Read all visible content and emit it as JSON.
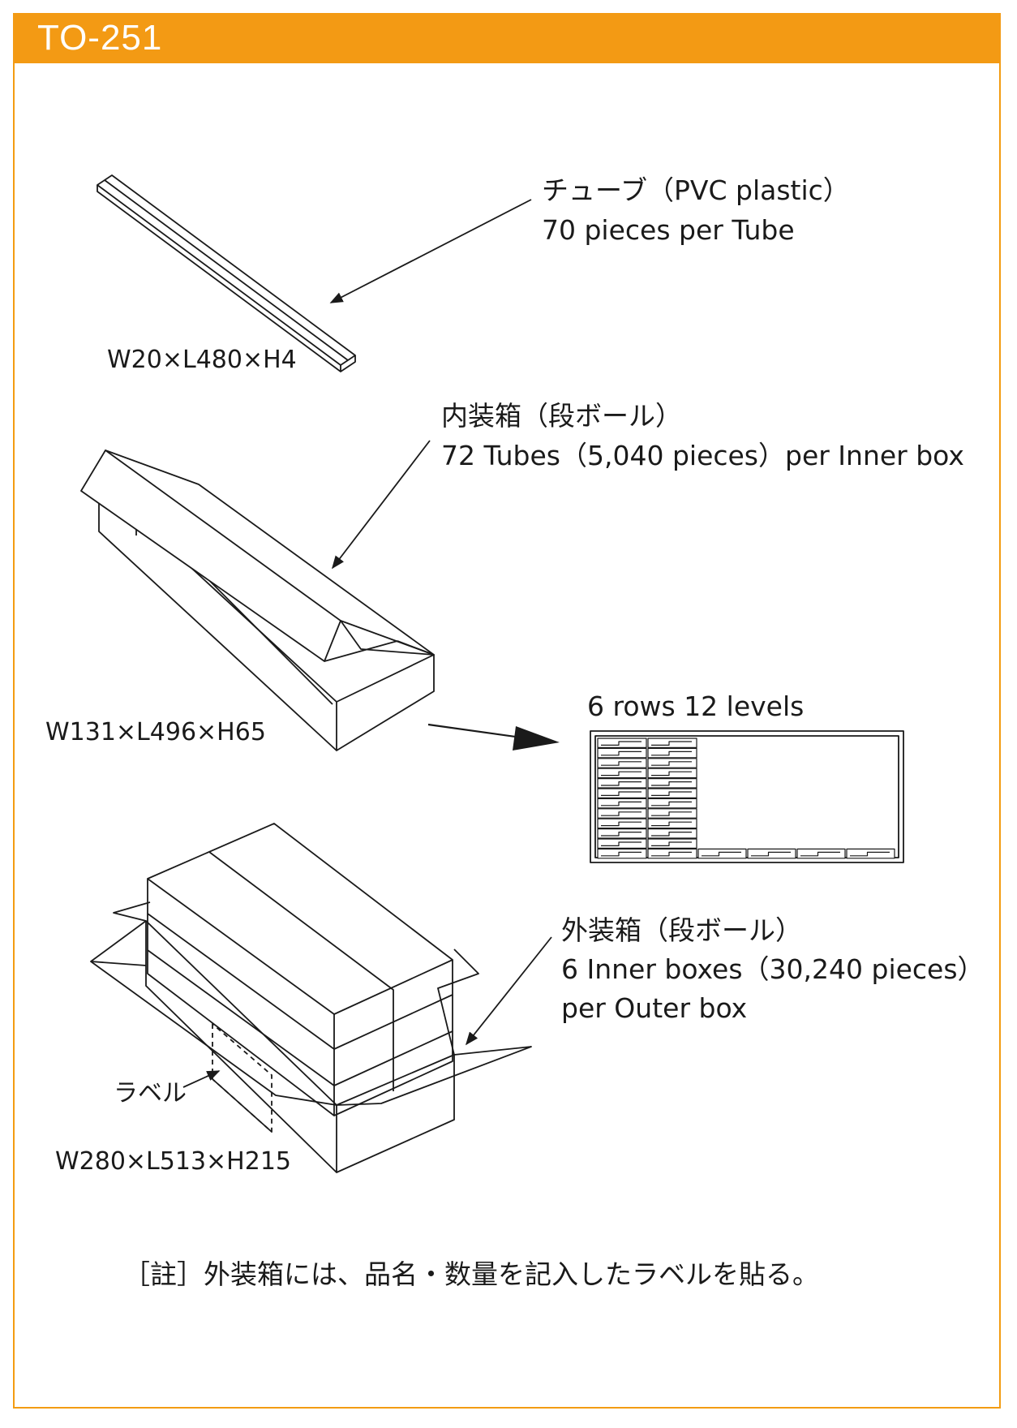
{
  "header": {
    "title": "TO-251",
    "color": "#f39a14"
  },
  "tube": {
    "label_line1": "チューブ（PVC plastic）",
    "label_line2": "70 pieces per Tube",
    "dimensions": "W20×L480×H4"
  },
  "inner_box": {
    "label_line1": "内装箱（段ボール）",
    "label_line2": "72 Tubes（5,040 pieces）per Inner box",
    "dimensions": "W131×L496×H65"
  },
  "arrangement": {
    "label": "6 rows 12 levels",
    "rows": 6,
    "levels": 12
  },
  "outer_box": {
    "label_line1": "外装箱（段ボール）",
    "label_line2": "6 Inner boxes（30,240 pieces）",
    "label_line3": "per Outer box",
    "label_tag": "ラベル",
    "dimensions": "W280×L513×H215"
  },
  "note": "［註］外装箱には、品名・数量を記入したラベルを貼る。"
}
